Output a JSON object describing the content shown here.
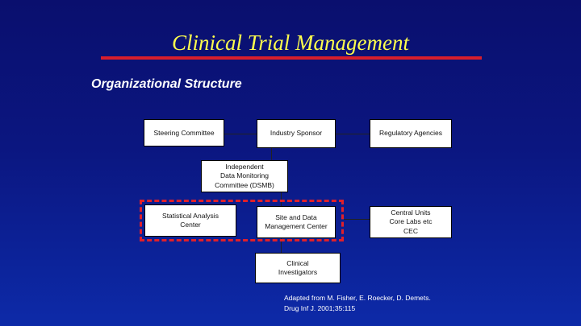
{
  "slide": {
    "title": "Clinical Trial Management",
    "subtitle": "Organizational Structure",
    "citation": "Adapted from M. Fisher, E. Roecker, D. Demets.\nDrug Inf J. 2001;35:115"
  },
  "org_chart": {
    "boxes": {
      "steering": "Steering Committee",
      "sponsor": "Industry Sponsor",
      "regulatory": "Regulatory Agencies",
      "dsmb": "Independent\nData Monitoring\nCommittee (DSMB)",
      "statistical": "Statistical Analysis\nCenter",
      "site_data": "Site and Data\nManagement Center",
      "central_units": "Central Units\nCore Labs etc\nCEC",
      "investigators": "Clinical\nInvestigators"
    }
  },
  "colors": {
    "background_top": "#0a0f6e",
    "background_bottom": "#0d2aa8",
    "title": "#ffff4d",
    "rule": "#d81e2c",
    "highlight_frame": "#e0202a"
  }
}
